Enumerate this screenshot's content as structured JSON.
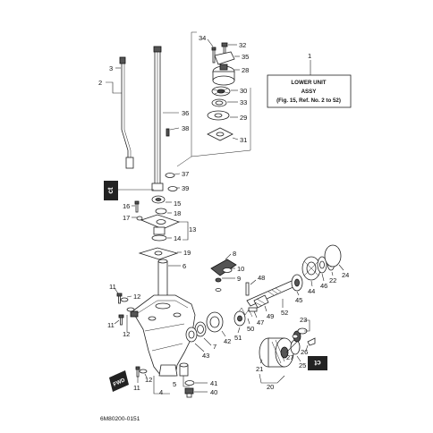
{
  "diagram_code": "6M80200-0151",
  "info_box": {
    "number": "1",
    "line1": "LOWER UNIT",
    "line2": "ASSY",
    "line3": "(Fig. 15, Ref. No. 2 to 52)"
  },
  "badges": {
    "left": "ct",
    "right": "ct",
    "fwd": "FWD"
  },
  "callouts": {
    "c1": "1",
    "c2": "2",
    "c3": "3",
    "c4": "4",
    "c5": "5",
    "c6": "6",
    "c7": "7",
    "c8": "8",
    "c9": "9",
    "c10": "10",
    "c11a": "11",
    "c11b": "11",
    "c11c": "11",
    "c12a": "12",
    "c12b": "12",
    "c12c": "12",
    "c13": "13",
    "c14": "14",
    "c15": "15",
    "c16": "16",
    "c17": "17",
    "c18": "18",
    "c19": "19",
    "c20": "20",
    "c21": "21",
    "c22": "22",
    "c23": "23",
    "c24": "24",
    "c25": "25",
    "c26": "26",
    "c27": "27",
    "c28": "28",
    "c29": "29",
    "c30": "30",
    "c31": "31",
    "c32": "32",
    "c33": "33",
    "c34": "34",
    "c35": "35",
    "c36": "36",
    "c37": "37",
    "c38": "38",
    "c39": "39",
    "c40": "40",
    "c41": "41",
    "c42": "42",
    "c43": "43",
    "c44": "44",
    "c45": "45",
    "c46": "46",
    "c47": "47",
    "c48": "48",
    "c49": "49",
    "c50": "50",
    "c51": "51",
    "c52": "52"
  }
}
